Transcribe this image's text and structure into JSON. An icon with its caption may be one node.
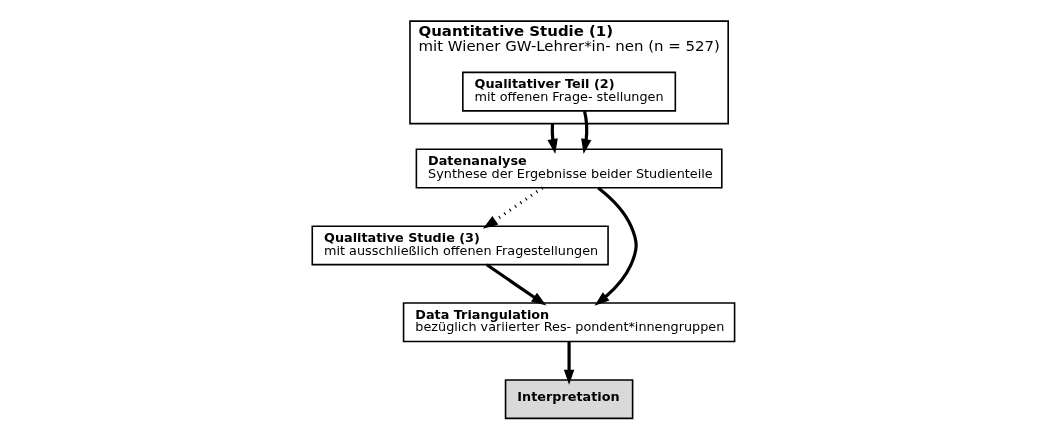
{
  "diagram": {
    "nodes": [
      {
        "text": [
          "Quantitative Studie (1)",
          "mit Wiener GW-Lehrer*in- nen (n = 527)"
        ]
      },
      {
        "text": [
          "Qualitativer Teil (2)",
          "mit offenen Frage- stellungen"
        ],
        "in": 0
      },
      {
        "text": [
          "Datenanalyse",
          "Synthese der Ergebnisse beider Studienteile"
        ]
      },
      {
        "text": [
          "Qualitative Studie (3)",
          "mit ausschließlich offenen Fragestellungen"
        ]
      },
      {
        "text": [
          "Data Triangulation",
          "bezüglich variierter Res- pondent*innengruppen"
        ]
      },
      {
        "text": [
          "Interpretation"
        ]
      }
    ],
    "edges": [
      {
        "from": 0,
        "to": 2,
        "arrow": "to"
      },
      {
        "from": 1,
        "to": 2,
        "arrow": "to"
      },
      {
        "from": 2,
        "to": 3,
        "arrow": "to",
        "style": "dashed"
      },
      {
        "from": 2,
        "to": 4,
        "arrow": "to"
      },
      {
        "from": 3,
        "to": 4,
        "arrow": "to"
      },
      {
        "from": 4,
        "to": 5,
        "arrow": "to"
      }
    ]
  }
}
